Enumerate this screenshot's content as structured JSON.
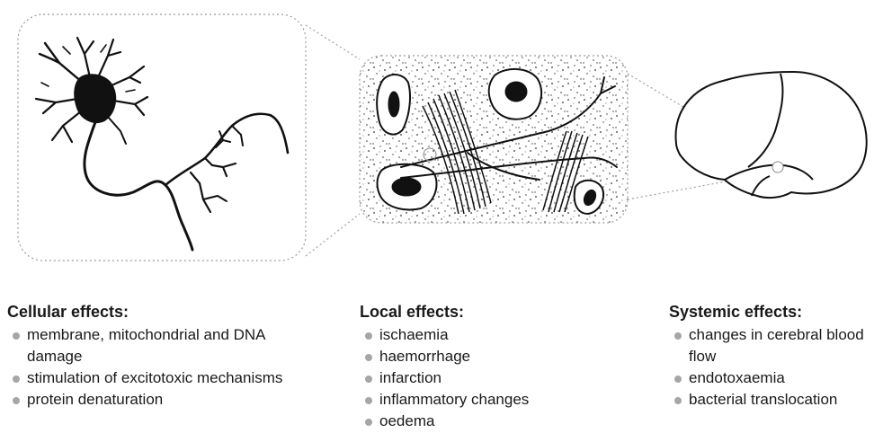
{
  "panels": {
    "cellular": {
      "heading": "Cellular effects:",
      "items": [
        "membrane, mitochondrial and DNA damage",
        "stimulation of excitotoxic mechanisms",
        "protein denaturation"
      ]
    },
    "local": {
      "heading": "Local effects:",
      "items": [
        "ischaemia",
        "haemorrhage",
        "infarction",
        "inflammatory changes",
        "oedema"
      ]
    },
    "systemic": {
      "heading": "Systemic effects:",
      "items": [
        "changes in cerebral blood flow",
        "endotoxaemia",
        "bacterial translocation"
      ]
    }
  },
  "colors": {
    "ink": "#1a1a1a",
    "bullet": "#a6a6a6",
    "dotted_border": "#9a9a9a"
  }
}
